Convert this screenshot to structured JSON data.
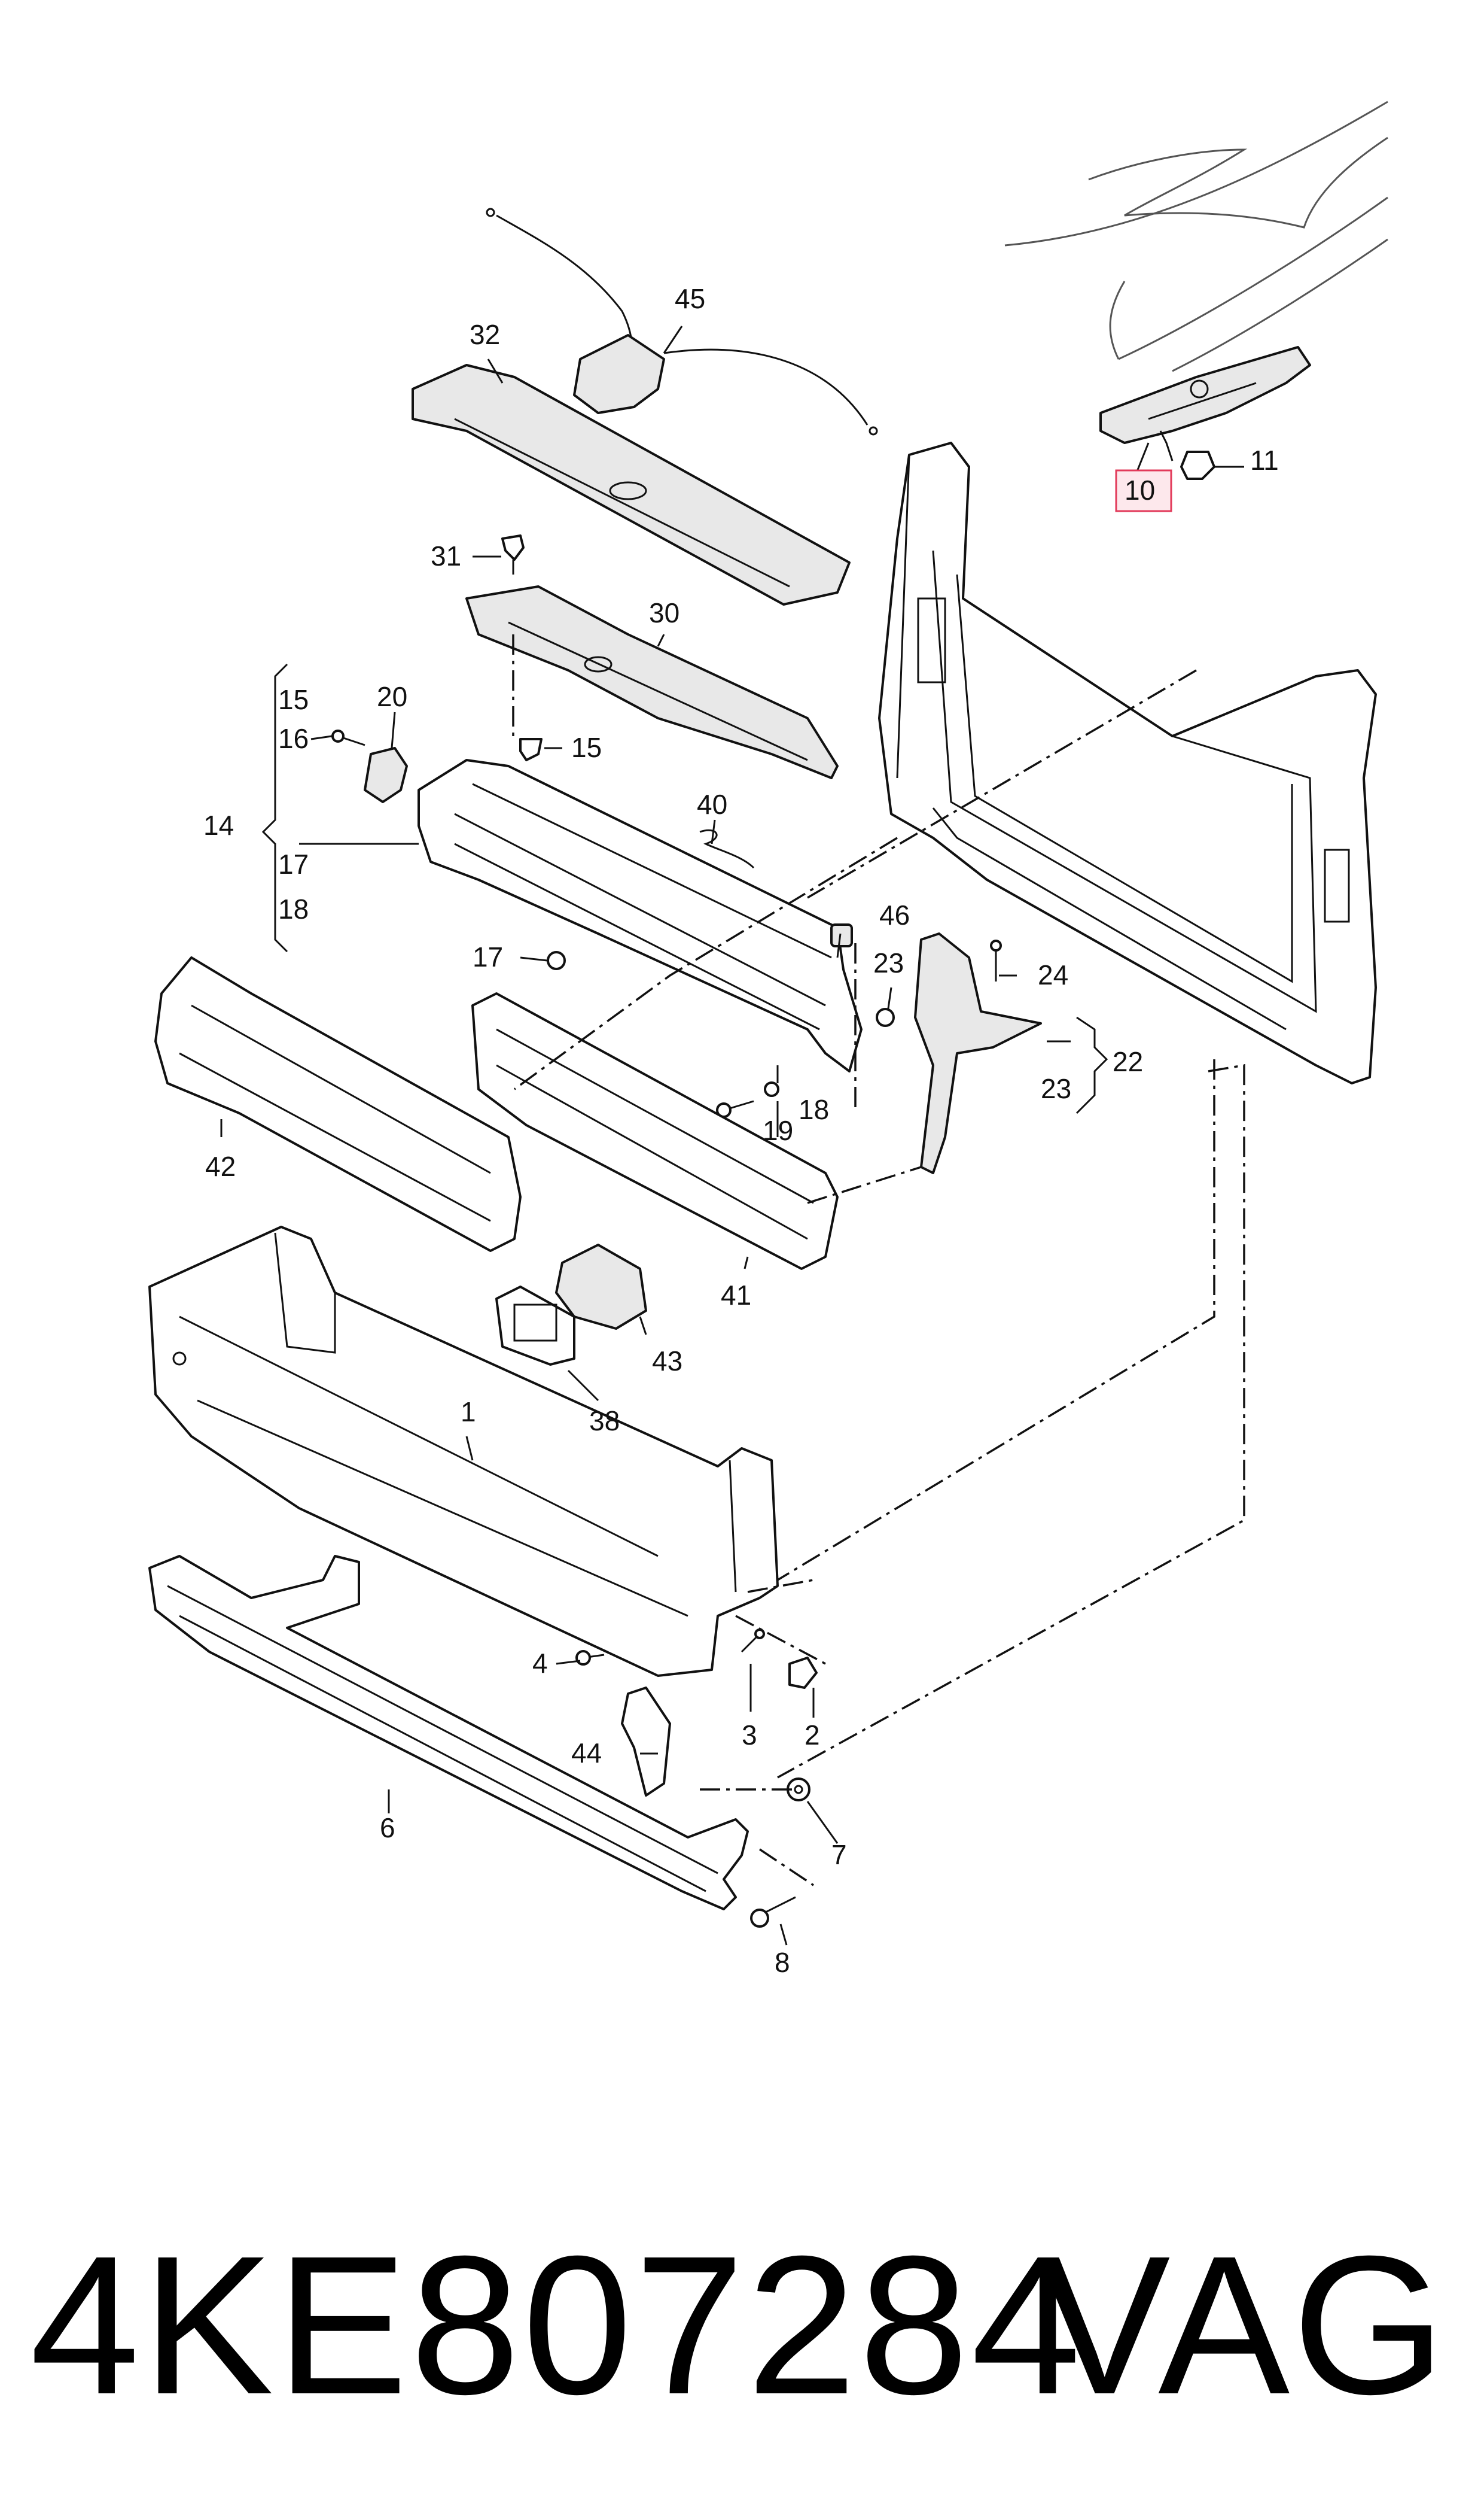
{
  "diagram": {
    "callouts": {
      "c1": "1",
      "c2": "2",
      "c3": "3",
      "c4": "4",
      "c6": "6",
      "c7": "7",
      "c8": "8",
      "c10": "10",
      "c11": "11",
      "c14": "14",
      "c15a": "15",
      "c15b": "15",
      "c16": "16",
      "c17a": "17",
      "c17b": "17",
      "c18a": "18",
      "c18b": "18",
      "c19": "19",
      "c20": "20",
      "c22": "22",
      "c23a": "23",
      "c23b": "23",
      "c24": "24",
      "c30": "30",
      "c31": "31",
      "c32": "32",
      "c38": "38",
      "c40": "40",
      "c41": "41",
      "c42": "42",
      "c43": "43",
      "c44": "44",
      "c45": "45",
      "c46": "46"
    },
    "highlighted_callout": "10",
    "highlight_color": "#e23a5a"
  },
  "footer": {
    "part_number": "4KE807284",
    "brand": "VAG"
  }
}
